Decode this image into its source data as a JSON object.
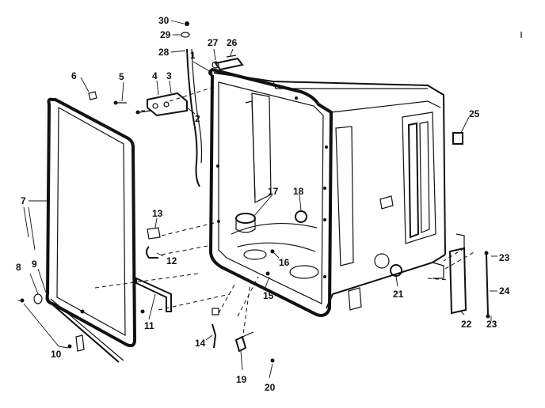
{
  "diagram": {
    "callouts": [
      {
        "id": "c30",
        "text": "30"
      },
      {
        "id": "c29",
        "text": "29"
      },
      {
        "id": "c28",
        "text": "28"
      },
      {
        "id": "c27",
        "text": "27"
      },
      {
        "id": "c26",
        "text": "26"
      },
      {
        "id": "c1",
        "text": "1"
      },
      {
        "id": "c6",
        "text": "6"
      },
      {
        "id": "c5",
        "text": "5"
      },
      {
        "id": "c4",
        "text": "4"
      },
      {
        "id": "c3",
        "text": "3"
      },
      {
        "id": "c2",
        "text": "2"
      },
      {
        "id": "c25",
        "text": "25"
      },
      {
        "id": "c17",
        "text": "17"
      },
      {
        "id": "c18",
        "text": "18"
      },
      {
        "id": "c7",
        "text": "7"
      },
      {
        "id": "c13",
        "text": "13"
      },
      {
        "id": "c8",
        "text": "8"
      },
      {
        "id": "c9",
        "text": "9"
      },
      {
        "id": "c12",
        "text": "12"
      },
      {
        "id": "c16",
        "text": "16"
      },
      {
        "id": "c23a",
        "text": "23"
      },
      {
        "id": "c24",
        "text": "24"
      },
      {
        "id": "c23b",
        "text": "23"
      },
      {
        "id": "c15",
        "text": "15"
      },
      {
        "id": "c21",
        "text": "21"
      },
      {
        "id": "c22",
        "text": "22"
      },
      {
        "id": "c11",
        "text": "11"
      },
      {
        "id": "c14",
        "text": "14"
      },
      {
        "id": "c10",
        "text": "10"
      },
      {
        "id": "c19",
        "text": "19"
      },
      {
        "id": "c20",
        "text": "20"
      }
    ]
  }
}
